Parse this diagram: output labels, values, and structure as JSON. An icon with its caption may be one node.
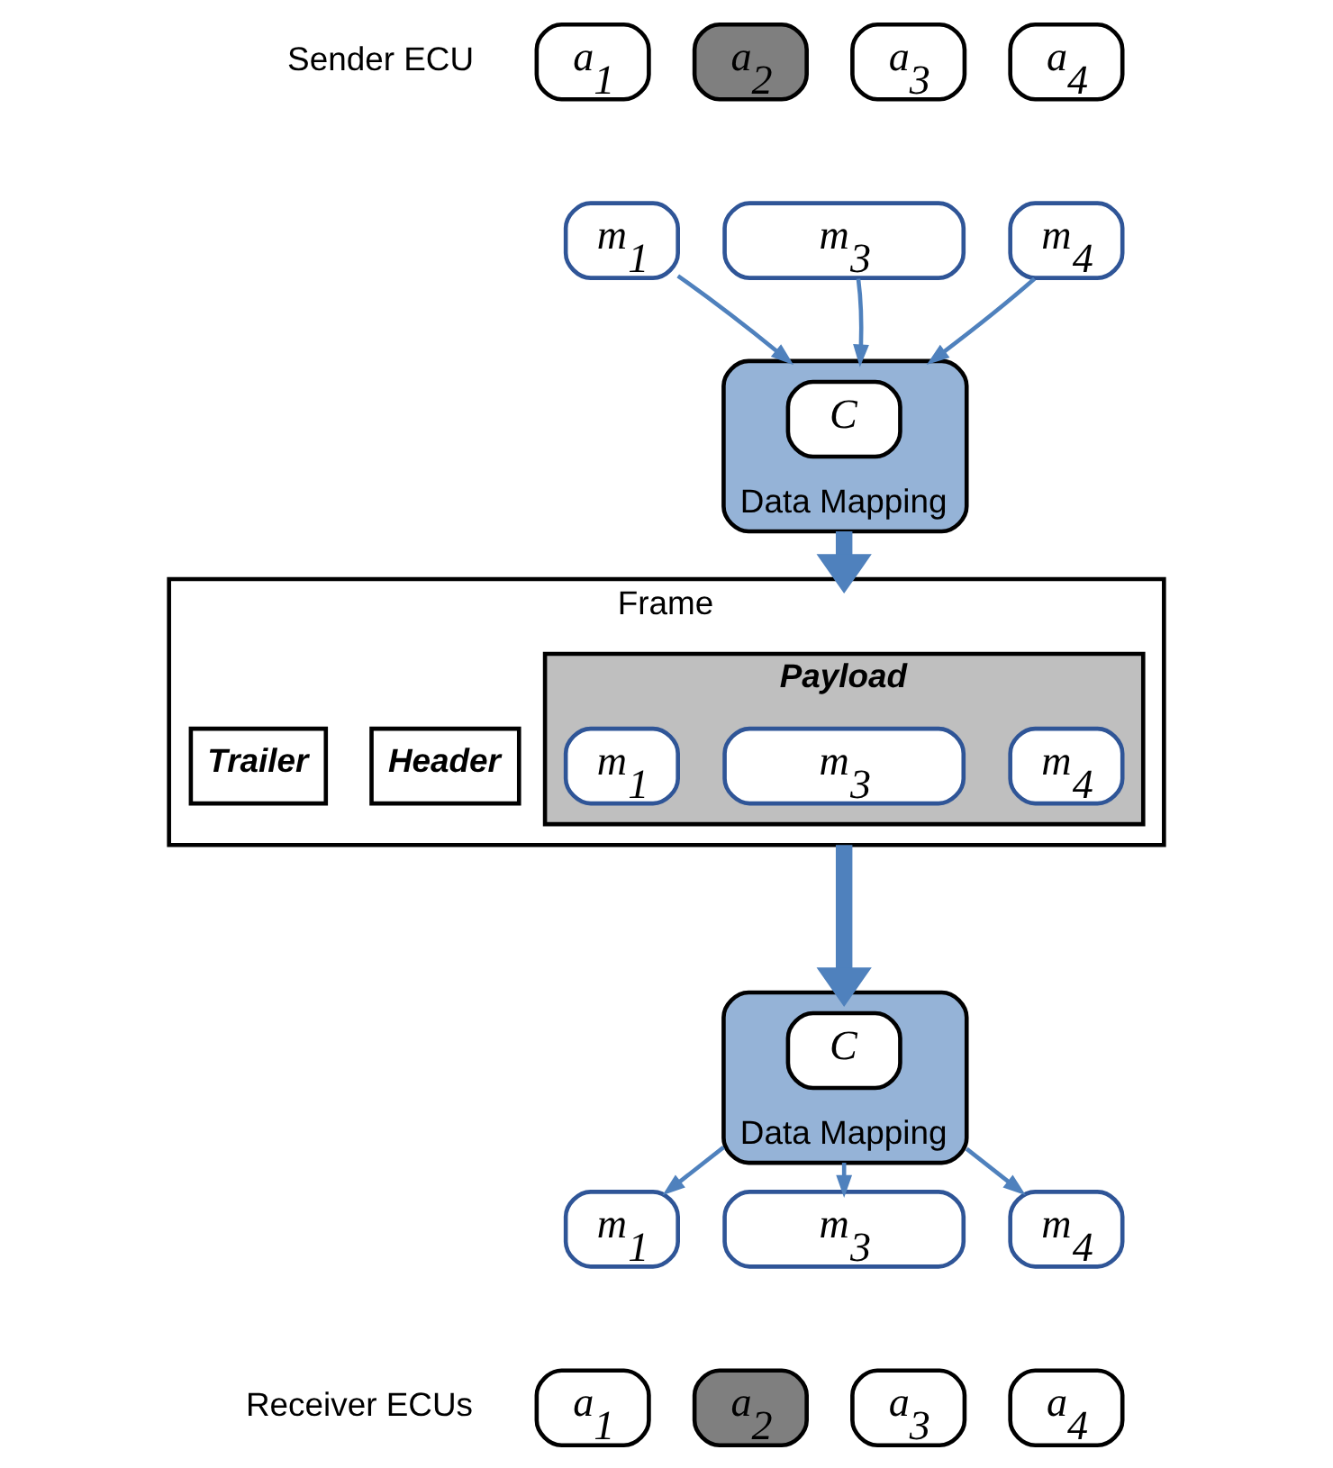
{
  "diagram": {
    "nodes": [
      {
        "text": [
          "a$_{1}$"
        ]
      },
      {
        "text": [
          "a$_{2}$"
        ]
      },
      {
        "text": [
          "a$_{3}$"
        ]
      },
      {
        "text": [
          "a$_{4}$"
        ]
      },
      {
        "text": [
          "m$_{1}$"
        ]
      },
      {
        "text": [
          "m$_{3}$"
        ]
      },
      {
        "text": [
          "m$_{4}$"
        ]
      },
      {
        "text": [
          "Data Mapping"
        ]
      },
      {
        "text": [
          "C"
        ],
        "in": 7
      },
      {
        "text": [
          "Frame"
        ]
      },
      {
        "text": [
          "Header"
        ],
        "in": 9
      },
      {
        "text": [
          "Payload"
        ],
        "in": 9
      },
      {
        "text": [
          "m$_{1}$"
        ],
        "in": 11
      },
      {
        "text": [
          "m$_{3}$"
        ],
        "in": 11
      },
      {
        "text": [
          "m$_{4}$"
        ],
        "in": 11
      },
      {
        "text": [
          "Trailer"
        ],
        "in": 9
      },
      {
        "text": [
          "Data Mapping"
        ]
      },
      {
        "text": [
          "C"
        ],
        "in": 16
      },
      {
        "text": [
          "m$_{1}$"
        ]
      },
      {
        "text": [
          "m$_{3}$"
        ]
      },
      {
        "text": [
          "m$_{4}$"
        ]
      },
      {
        "text": [
          "a$_{1}$"
        ]
      },
      {
        "text": [
          "a$_{2}$"
        ]
      },
      {
        "text": [
          "a$_{3}$"
        ]
      },
      {
        "text": [
          "a$_{4}$"
        ]
      }
    ],
    "edges": [
      {
        "from": 4,
        "to": 7,
        "arrow": "to"
      },
      {
        "from": 5,
        "to": 7,
        "arrow": "to"
      },
      {
        "from": 6,
        "to": 7,
        "arrow": "to"
      },
      {
        "from": 7,
        "to": 9,
        "arrow": "to",
        "style": "thick"
      },
      {
        "from": 9,
        "to": 16,
        "arrow": "to",
        "style": "thick"
      },
      {
        "from": 16,
        "to": 18,
        "arrow": "to"
      },
      {
        "from": 16,
        "to": 19,
        "arrow": "to"
      },
      {
        "from": 16,
        "to": 20,
        "arrow": "to"
      }
    ],
    "labels": [
      "Sender ECU",
      "Receiver ECUs"
    ]
  }
}
